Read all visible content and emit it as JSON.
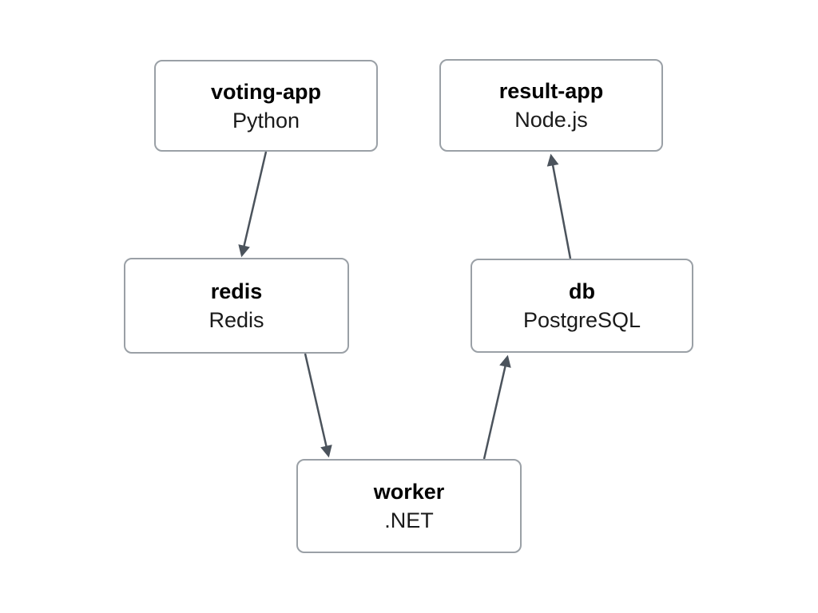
{
  "diagram": {
    "description": "Service architecture diagram",
    "colors": {
      "background": "#ffffff",
      "node_fill": "#ffffff",
      "node_border": "#9aa0a6",
      "edge": "#4b535c",
      "title_text": "#000000",
      "subtitle_text": "#1a1a1a"
    }
  },
  "nodes": [
    {
      "id": "voting-app",
      "title": "voting-app",
      "subtitle": "Python"
    },
    {
      "id": "result-app",
      "title": "result-app",
      "subtitle": "Node.js"
    },
    {
      "id": "redis",
      "title": "redis",
      "subtitle": "Redis"
    },
    {
      "id": "db",
      "title": "db",
      "subtitle": "PostgreSQL"
    },
    {
      "id": "worker",
      "title": "worker",
      "subtitle": ".NET"
    }
  ],
  "edges": [
    {
      "from": "voting-app",
      "to": "redis"
    },
    {
      "from": "redis",
      "to": "worker"
    },
    {
      "from": "worker",
      "to": "db"
    },
    {
      "from": "db",
      "to": "result-app"
    }
  ]
}
